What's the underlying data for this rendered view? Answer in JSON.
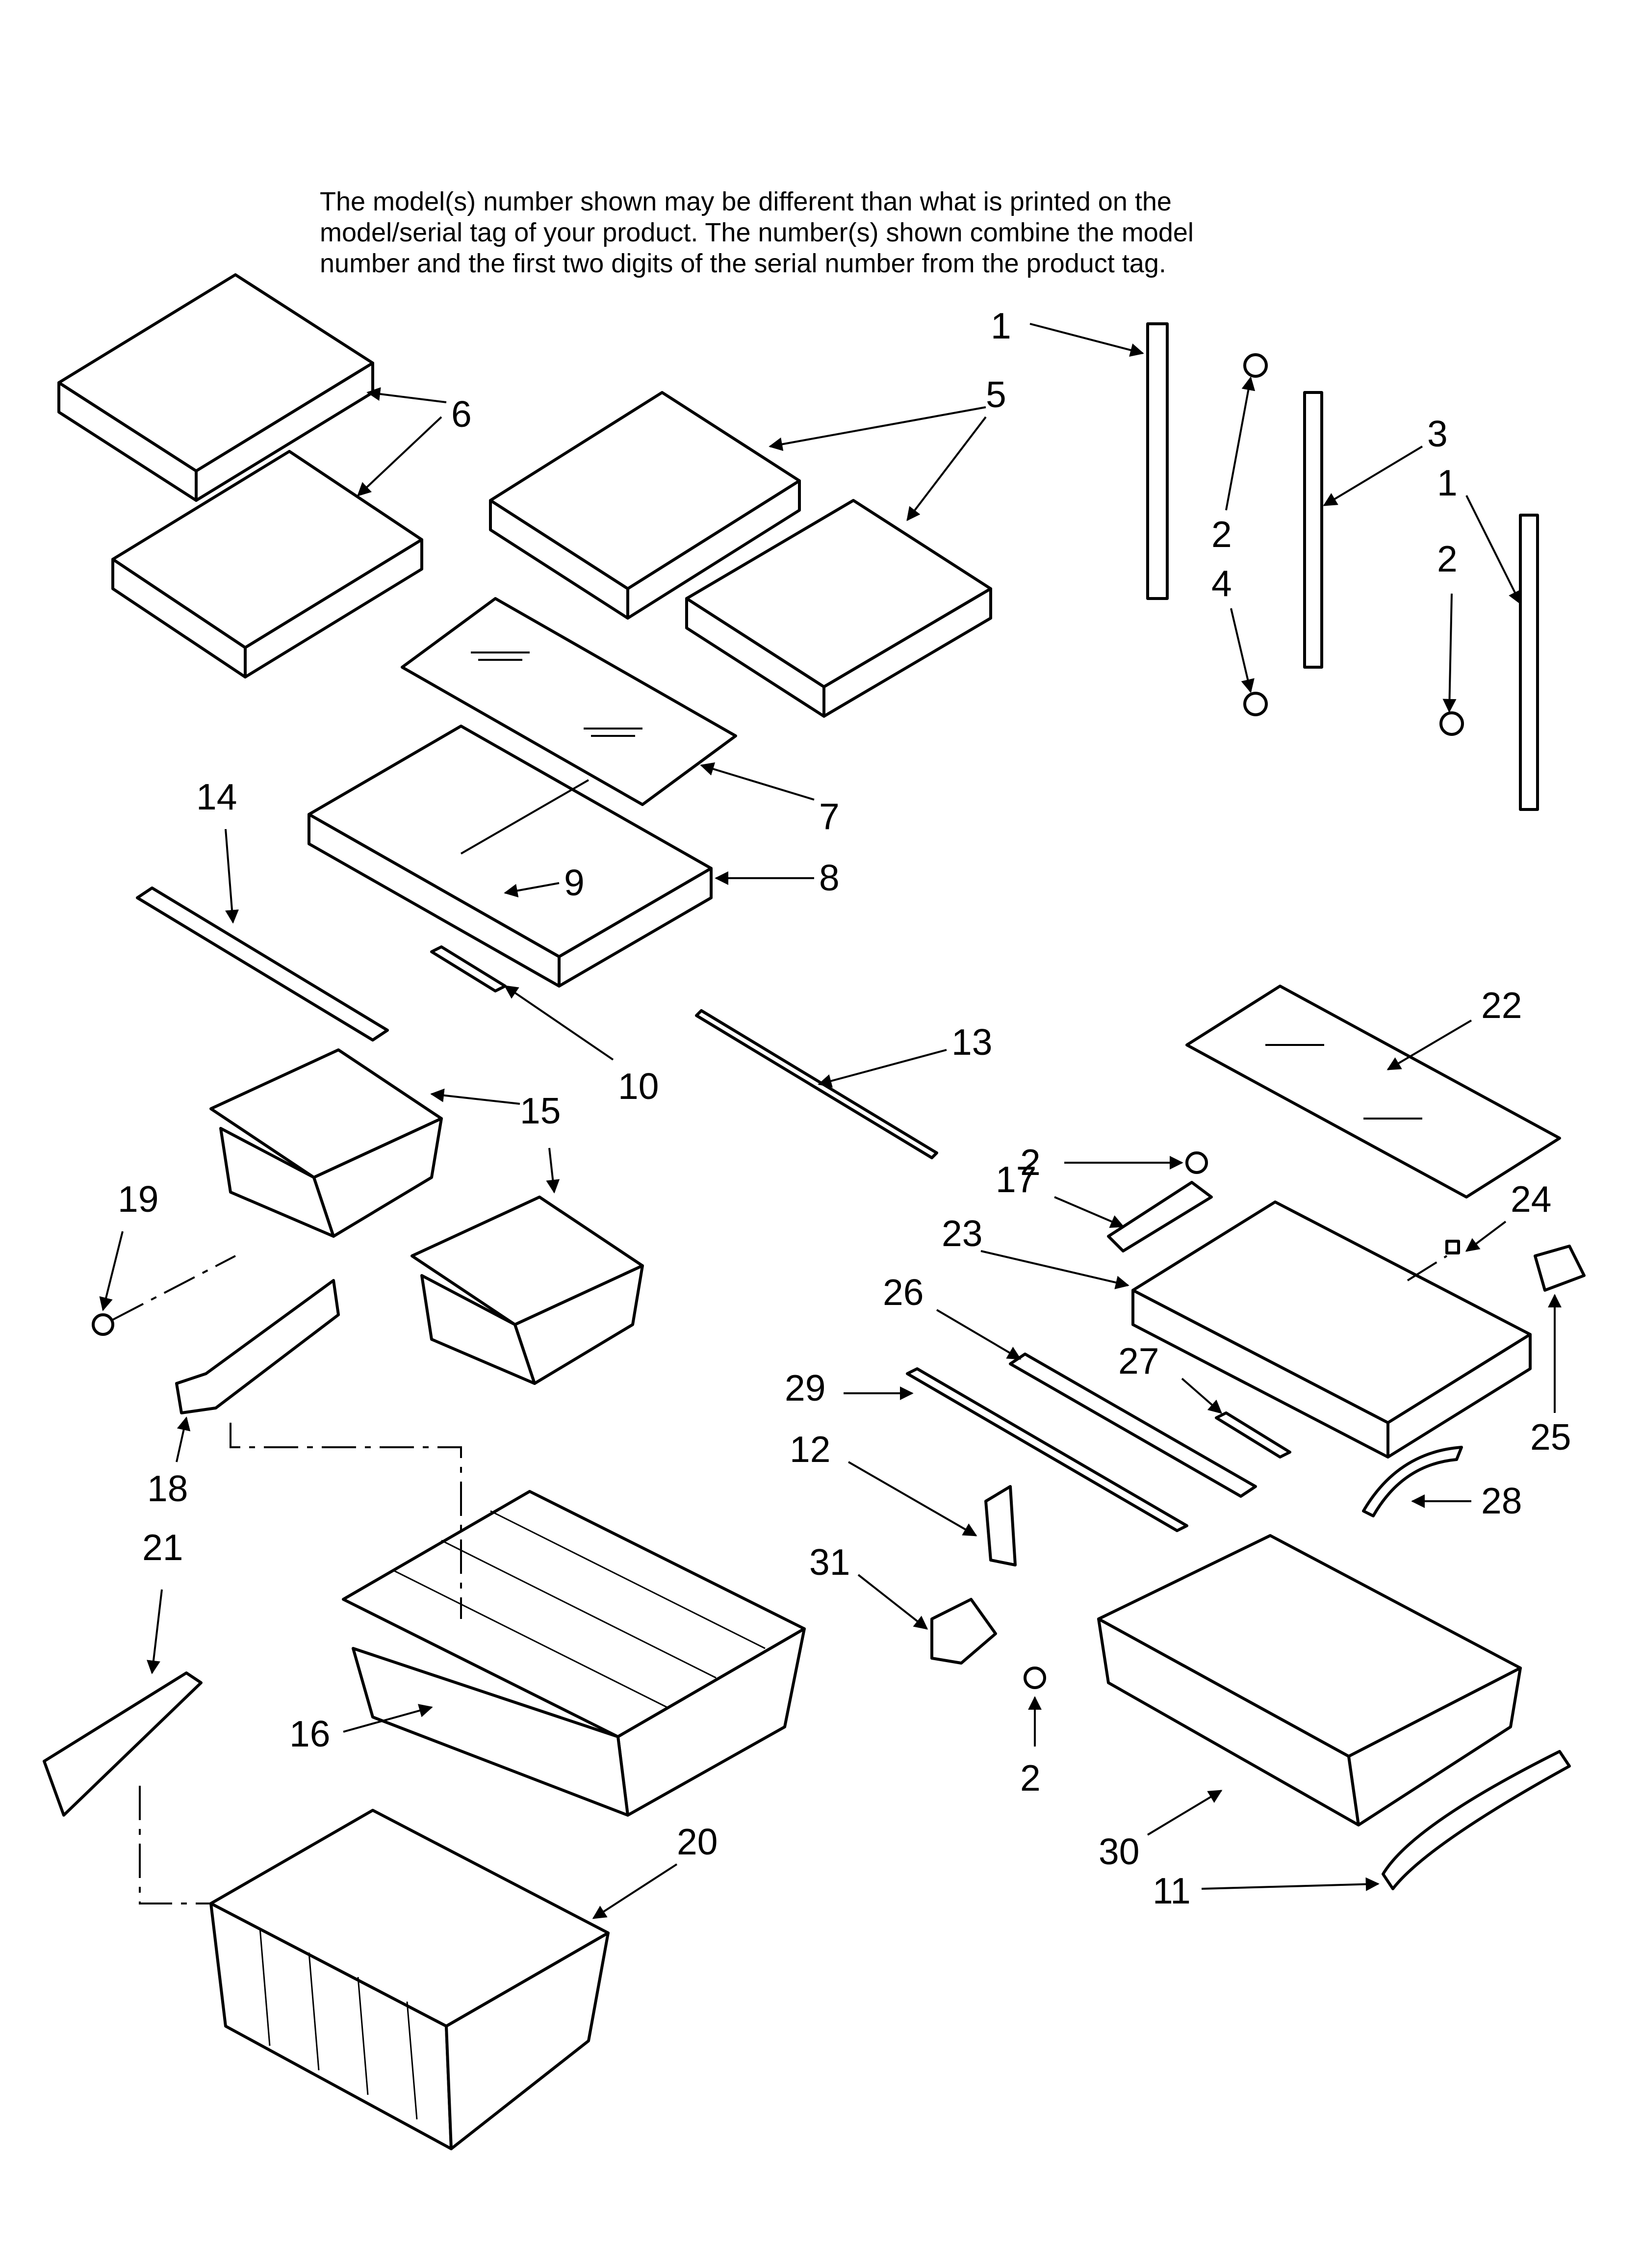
{
  "note_lines": [
    "The model(s) number shown may be different than what is printed on the",
    "model/serial tag of your product. The number(s) shown combine the model",
    "number and the first two digits of the serial number from the product tag."
  ],
  "callouts": {
    "c1a": "1",
    "c5": "5",
    "c6": "6",
    "c3": "3",
    "c1b": "1",
    "c2a": "2",
    "c4": "4",
    "c2b": "2",
    "c7": "7",
    "c8": "8",
    "c9": "9",
    "c14": "14",
    "c10": "10",
    "c13": "13",
    "c22": "22",
    "c15": "15",
    "c2c": "2",
    "c17": "17",
    "c19": "19",
    "c24": "24",
    "c23": "23",
    "c26": "26",
    "c27": "27",
    "c29": "29",
    "c25": "25",
    "c12": "12",
    "c28": "28",
    "c18": "18",
    "c21": "21",
    "c31": "31",
    "c16": "16",
    "c2d": "2",
    "c20": "20",
    "c30": "30",
    "c11": "11"
  }
}
